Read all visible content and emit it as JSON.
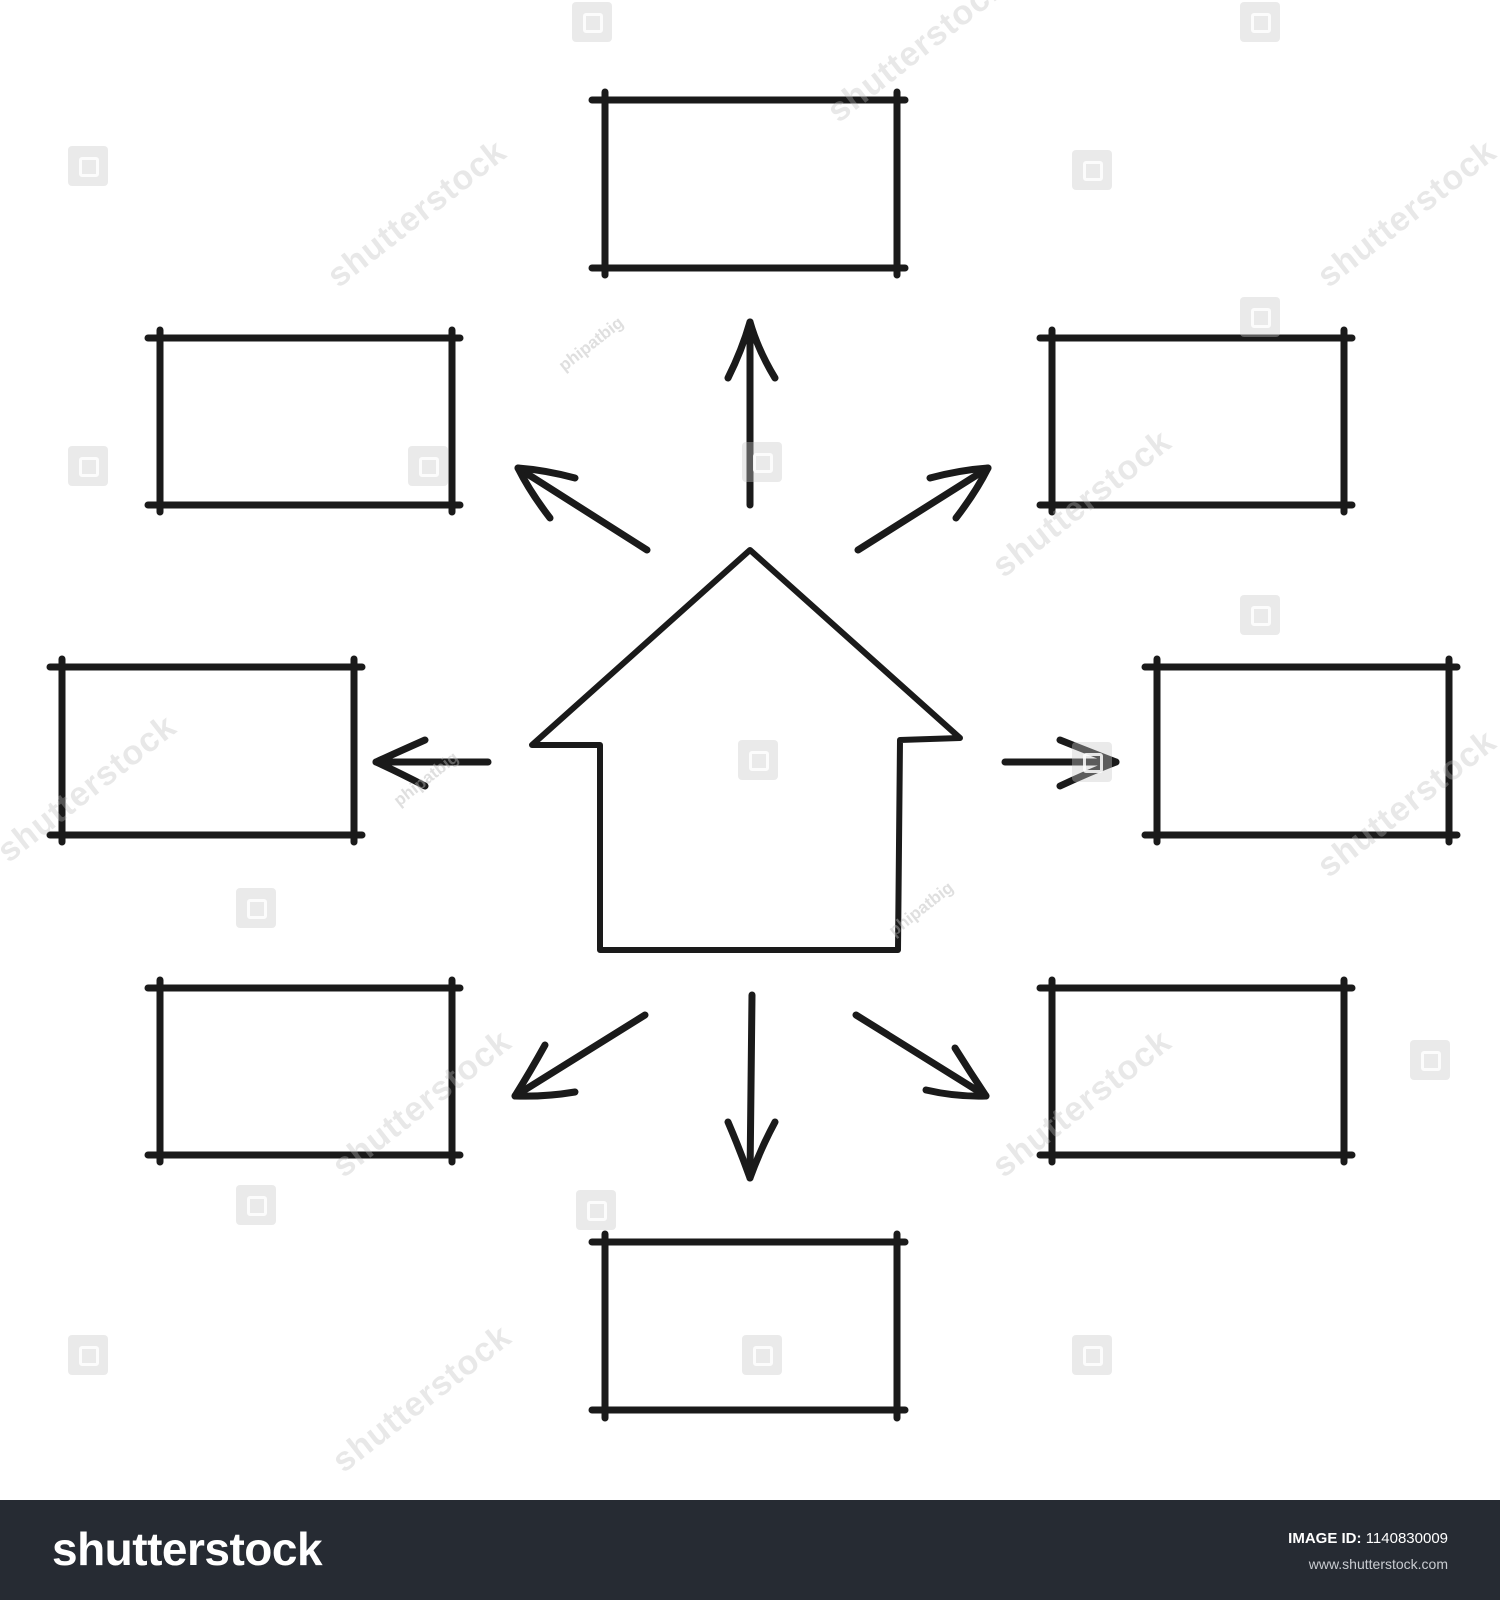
{
  "watermark": {
    "brand": "shutterstock",
    "contributor": "phipatbig"
  },
  "footer": {
    "logo": "shutterstock",
    "image_id_label": "IMAGE ID:",
    "image_id": "1140830009",
    "url": "www.shutterstock.com"
  },
  "diagram": {
    "center": "house-icon",
    "box_count": 8,
    "arrow_count": 8,
    "stroke_color": "#1a1a1a"
  }
}
